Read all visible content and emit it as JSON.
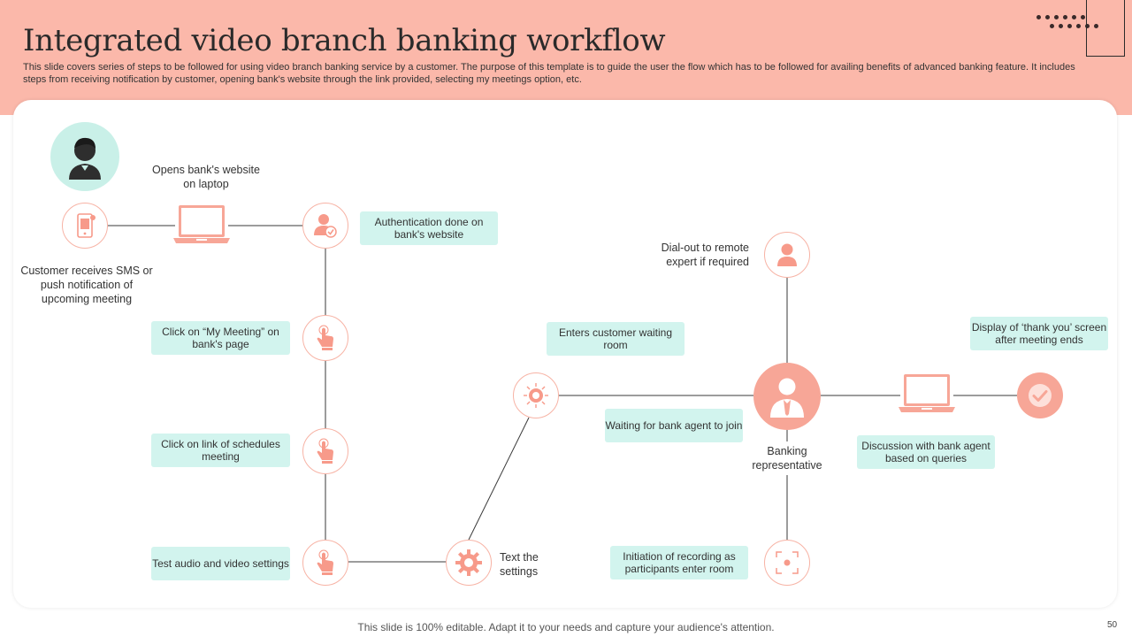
{
  "slide": {
    "title": "Integrated video branch banking workflow",
    "subtitle": "This slide covers series of steps to be followed for using video branch banking service by a customer. The purpose of this template is to guide the user the flow which has to be followed for availing benefits of advanced banking feature. It includes steps from receiving notification by customer, opening bank's website through the link provided, selecting my meetings option, etc.",
    "footer": "This slide is 100% editable. Adapt it to your needs and capture your audience's attention.",
    "page_number": "50"
  },
  "colors": {
    "header": "#fbb8aa",
    "node_outline": "#f7b3a5",
    "node_fill": "#f7a697",
    "box_fill": "#d2f4ee",
    "avatar_bg": "#c9f0e8",
    "line": "#3a3a3a"
  },
  "labels": {
    "customer_notification": "Customer receives SMS or push notification of upcoming meeting",
    "opens_website": "Opens bank's website on laptop",
    "text_settings": "Text the settings",
    "dial_out": "Dial-out to remote expert if required",
    "banking_rep": "Banking representative"
  },
  "boxes": {
    "authentication": "Authentication done on bank's website",
    "my_meeting": "Click on “My Meeting” on bank's page",
    "schedules_meeting": "Click on link of schedules meeting",
    "test_audio": "Test audio and video settings",
    "enters_waiting_room": "Enters customer waiting room",
    "waiting_agent": "Waiting for bank agent to join",
    "recording": "Initiation of recording as participants enter room",
    "discussion": "Discussion with bank agent based on queries",
    "thank_you": "Display of ‘thank you’ screen after meeting ends"
  },
  "icons": {
    "customer_avatar": "customer-avatar-icon",
    "phone": "phone-notification-icon",
    "laptop": "laptop-icon",
    "user_check": "user-check-icon",
    "hand_click": "hand-click-icon",
    "gear": "gear-icon",
    "sun_waiting": "waiting-room-icon",
    "remote_expert": "remote-expert-icon",
    "banker": "banker-icon",
    "record": "record-icon",
    "checkmark": "checkmark-icon"
  }
}
